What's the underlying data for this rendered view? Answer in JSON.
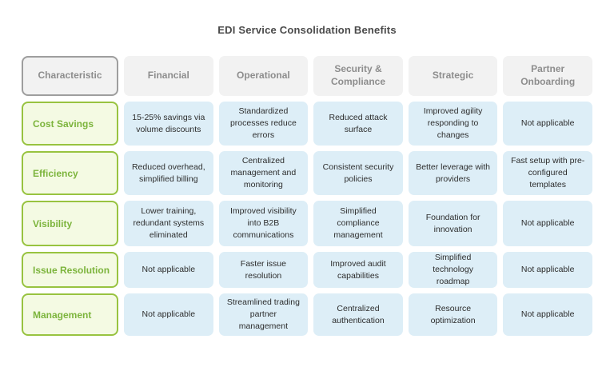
{
  "title": "EDI Service Consolidation Benefits",
  "colors": {
    "background": "#ffffff",
    "header_fill": "#f2f2f2",
    "header_text": "#8d8d8d",
    "corner_border": "#9e9e9e",
    "row_label_fill": "#f4fae3",
    "row_label_border": "#98c340",
    "row_label_text": "#7cb43c",
    "data_cell_fill": "#ddeef7",
    "data_cell_text": "#2d2d2d"
  },
  "table": {
    "header": [
      "Characteristic",
      "Financial",
      "Operational",
      "Security & Compliance",
      "Strategic",
      "Partner Onboarding"
    ],
    "rows": [
      {
        "label": "Cost Savings",
        "cells": [
          "15-25% savings via volume discounts",
          "Standardized processes reduce errors",
          "Reduced attack surface",
          "Improved agility responding to changes",
          "Not applicable"
        ]
      },
      {
        "label": "Efficiency",
        "cells": [
          "Reduced overhead, simplified billing",
          "Centralized management and monitoring",
          "Consistent security policies",
          "Better leverage with providers",
          "Fast setup with pre-configured templates"
        ]
      },
      {
        "label": "Visibility",
        "cells": [
          "Lower training, redundant systems eliminated",
          "Improved visibility into B2B communications",
          "Simplified compliance management",
          "Foundation for innovation",
          "Not applicable"
        ]
      },
      {
        "label": "Issue Resolution",
        "cells": [
          "Not applicable",
          "Faster issue resolution",
          "Improved audit capabilities",
          "Simplified technology roadmap",
          "Not applicable"
        ]
      },
      {
        "label": "Management",
        "cells": [
          "Not applicable",
          "Streamlined trading partner management",
          "Centralized authentication",
          "Resource optimization",
          "Not applicable"
        ]
      }
    ]
  }
}
